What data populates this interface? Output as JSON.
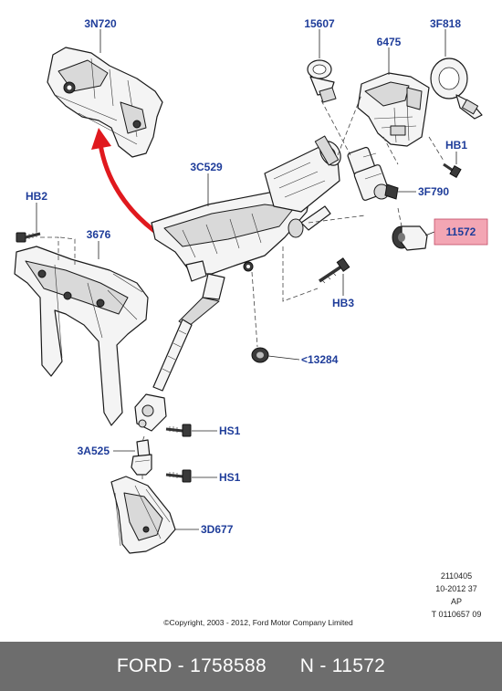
{
  "callouts": {
    "c3n720": "3N720",
    "c15607": "15607",
    "c6475": "6475",
    "c3f818": "3F818",
    "chb1": "HB1",
    "c3c529": "3C529",
    "c3f790": "3F790",
    "chb2": "HB2",
    "c3676": "3676",
    "c11572": "11572",
    "chb3": "HB3",
    "c13284": "<13284",
    "chs1a": "HS1",
    "c3a525": "3A525",
    "chs1b": "HS1",
    "c3d677": "3D677"
  },
  "meta": {
    "line1": "2110405",
    "line2": "10-2012 37",
    "line3": "AP",
    "line4": "T 0110657 09"
  },
  "copyright": "©Copyright, 2003 - 2012, Ford Motor Company Limited",
  "footer": {
    "brand_part": "FORD - 1758588",
    "part_number": "N - 11572"
  },
  "colors": {
    "label": "#1f3d9a",
    "highlight": "#f3a6b4",
    "arrow": "#e0191e",
    "footer_bg": "#6d6d6d"
  }
}
